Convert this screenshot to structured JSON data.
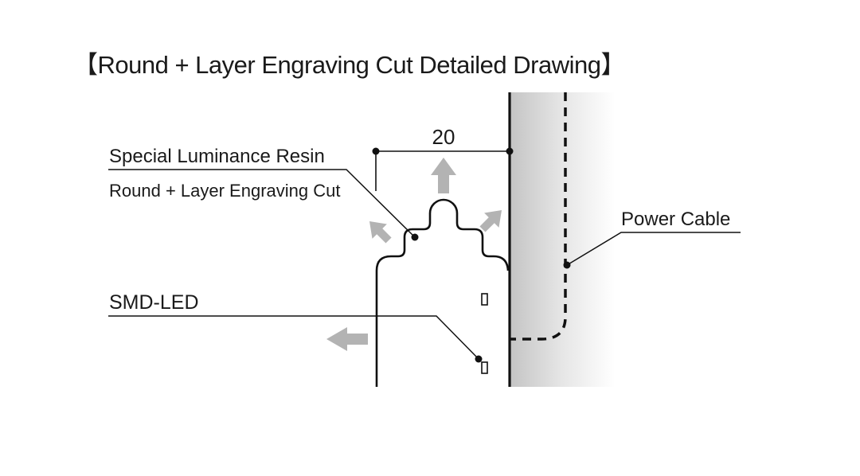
{
  "title": "【Round + Layer Engraving Cut Detailed Drawing】",
  "dimension": {
    "value": "20"
  },
  "labels": {
    "resin": "Special Luminance Resin",
    "cut": "Round + Layer Engraving Cut",
    "power_cable": "Power Cable",
    "smd_led": "SMD-LED"
  },
  "colors": {
    "line": "#111111",
    "arrow": "#b3b3b3",
    "wall_shade": "#c4c4c4"
  }
}
